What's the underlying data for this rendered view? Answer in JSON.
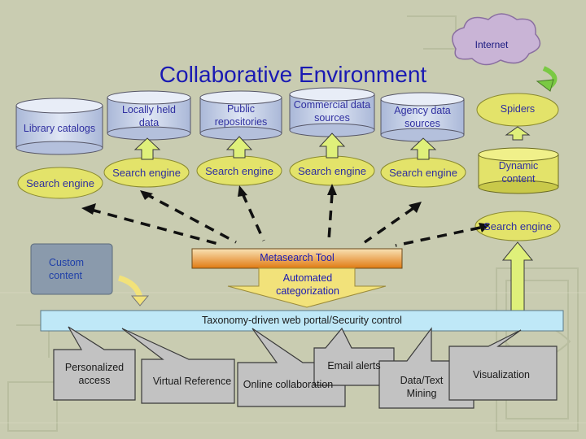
{
  "title": "Collaborative Environment",
  "internet": "Internet",
  "sources": [
    {
      "label": "Library catalogs"
    },
    {
      "label": "Locally held data"
    },
    {
      "label": "Public repositories"
    },
    {
      "label": "Commercial data sources"
    },
    {
      "label": "Agency data sources"
    }
  ],
  "spiders": "Spiders",
  "dynamic_content": "Dynamic content",
  "search_engine": "Search engine",
  "custom_content": "Custom content",
  "metasearch_tool": "Metasearch Tool",
  "automated_categorization": "Automated categorization",
  "portal": "Taxonomy-driven web portal/Security control",
  "services": [
    {
      "label": "Personalized access"
    },
    {
      "label": "Virtual Reference"
    },
    {
      "label": "Online collaboration"
    },
    {
      "label": "Email alerts"
    },
    {
      "label": "Data/Text Mining"
    },
    {
      "label": "Visualization"
    }
  ],
  "colors": {
    "background": "#c9ccb1",
    "title": "#1a1ab3",
    "cylinder": "#c5d0e6",
    "oval": "#e3e36a",
    "arrow_up": "#dff07a",
    "metasearch_top": "#f6d49a",
    "metasearch_bottom": "#e07a12",
    "portal": "#bfe8f7",
    "cloud": "#c9b4d6"
  }
}
